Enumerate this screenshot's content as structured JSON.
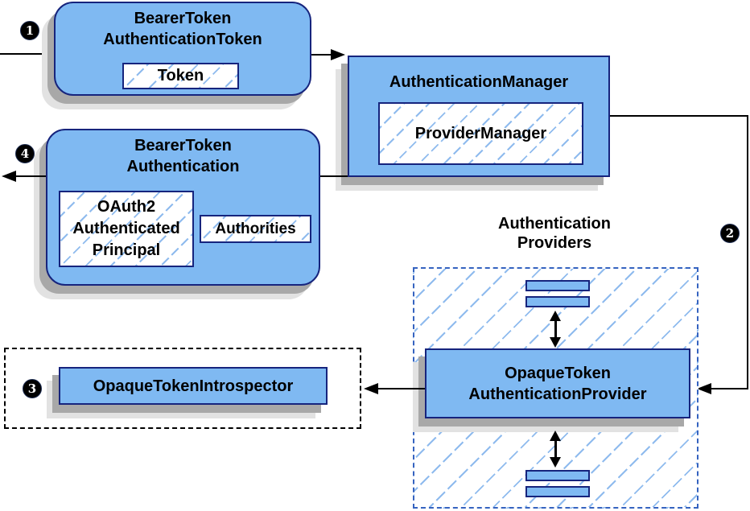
{
  "steps": {
    "s1": "1",
    "s2": "2",
    "s3": "3",
    "s4": "4"
  },
  "nodes": {
    "btat": {
      "line1": "BearerToken",
      "line2": "AuthenticationToken",
      "token": "Token"
    },
    "am": {
      "title": "AuthenticationManager",
      "provider_manager": "ProviderManager"
    },
    "bta": {
      "line1": "BearerToken",
      "line2": "Authentication",
      "principal1": "OAuth2",
      "principal2": "Authenticated",
      "principal3": "Principal",
      "authorities": "Authorities"
    },
    "providers": {
      "label1": "Authentication",
      "label2": "Providers",
      "provider1": "OpaqueToken",
      "provider2": "AuthenticationProvider"
    },
    "introspector": {
      "label": "OpaqueTokenIntrospector"
    }
  },
  "colors": {
    "node_fill": "#7fb9f2",
    "node_border": "#16247d",
    "hatch_line": "#8fbbee",
    "providers_dash_border": "#3563c0",
    "introspector_dash_border": "#000000",
    "connector": "#000000",
    "shadow_dark": "#a8a8a8",
    "shadow_light": "#e2e2e2",
    "badge_bg": "#000000",
    "badge_text": "#ffffff"
  }
}
